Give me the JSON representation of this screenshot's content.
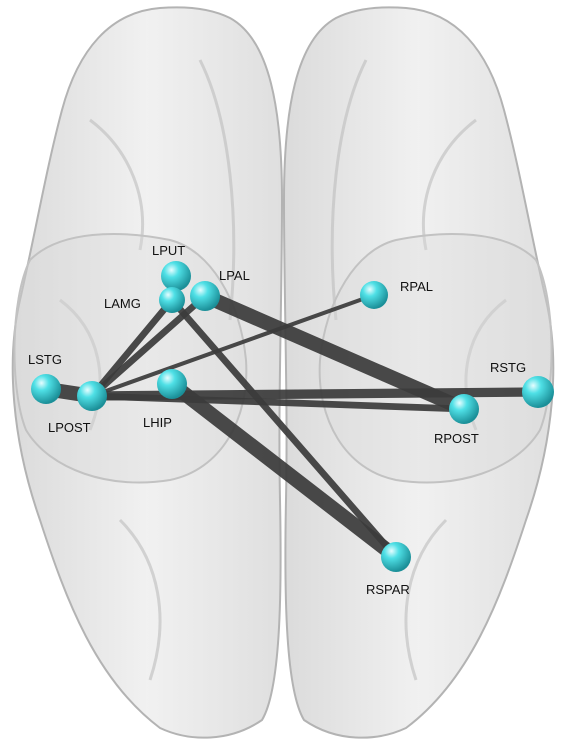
{
  "colors": {
    "background": "#ffffff",
    "node_fill": "#3fd3d8",
    "node_highlight": "#dffbff",
    "edge": "#3b3b3b",
    "brain_fill": "#dcdcdc",
    "brain_stroke": "#b3b3b3"
  },
  "nodes": [
    {
      "id": "LPUT",
      "label": "LPUT"
    },
    {
      "id": "LAMG",
      "label": "LAMG"
    },
    {
      "id": "LPAL",
      "label": "LPAL"
    },
    {
      "id": "RPAL",
      "label": "RPAL"
    },
    {
      "id": "LSTG",
      "label": "LSTG"
    },
    {
      "id": "LPOST",
      "label": "LPOST"
    },
    {
      "id": "LHIP",
      "label": "LHIP"
    },
    {
      "id": "RSTG",
      "label": "RSTG"
    },
    {
      "id": "RPOST",
      "label": "RPOST"
    },
    {
      "id": "RSPAR",
      "label": "RSPAR"
    }
  ],
  "edges": [
    {
      "from": "LSTG",
      "to": "LPOST",
      "weight": 5
    },
    {
      "from": "LPOST",
      "to": "RSTG",
      "weight": 3
    },
    {
      "from": "LPAL",
      "to": "RPOST",
      "weight": 5
    },
    {
      "from": "LHIP",
      "to": "RSPAR",
      "weight": 5
    },
    {
      "from": "LPOST",
      "to": "LAMG",
      "weight": 2
    },
    {
      "from": "LPOST",
      "to": "LPAL",
      "weight": 2
    },
    {
      "from": "LPOST",
      "to": "RPAL",
      "weight": 1
    },
    {
      "from": "LPOST",
      "to": "RPOST",
      "weight": 2
    },
    {
      "from": "LAMG",
      "to": "RSPAR",
      "weight": 2
    }
  ]
}
